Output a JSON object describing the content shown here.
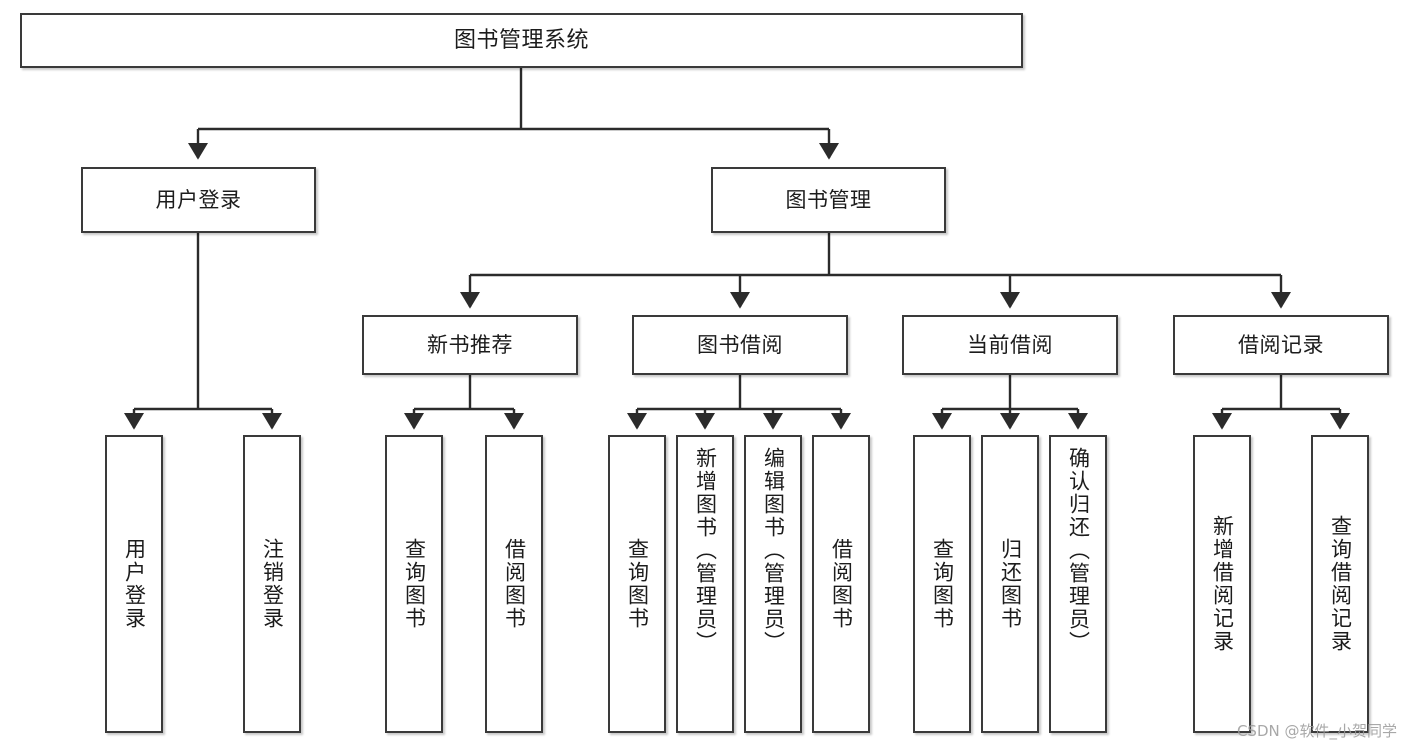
{
  "diagram": {
    "type": "tree",
    "title": "图书管理系统",
    "orientation": "top-down",
    "colors": {
      "box_border": "#3a3a3a",
      "box_fill": "#ffffff",
      "connector": "#2b2b2b",
      "background": "#ffffff",
      "watermark": "#9a9a9a"
    },
    "root": {
      "label": "图书管理系统"
    },
    "level2": [
      {
        "label": "用户登录"
      },
      {
        "label": "图书管理"
      }
    ],
    "level3": [
      {
        "label": "新书推荐"
      },
      {
        "label": "图书借阅"
      },
      {
        "label": "当前借阅"
      },
      {
        "label": "借阅记录"
      }
    ],
    "leaves": {
      "user_login": [
        {
          "label": "用户登录"
        },
        {
          "label": "注销登录"
        }
      ],
      "new_book_recommend": [
        {
          "label": "查询图书"
        },
        {
          "label": "借阅图书"
        }
      ],
      "book_borrow": [
        {
          "label": "查询图书"
        },
        {
          "label": "新增图书（管理员）"
        },
        {
          "label": "编辑图书（管理员）"
        },
        {
          "label": "借阅图书"
        }
      ],
      "current_borrow": [
        {
          "label": "查询图书"
        },
        {
          "label": "归还图书"
        },
        {
          "label": "确认归还（管理员）"
        }
      ],
      "borrow_record": [
        {
          "label": "新增借阅记录"
        },
        {
          "label": "查询借阅记录"
        }
      ]
    }
  },
  "watermark": {
    "text": "CSDN @软件_小贺同学"
  }
}
